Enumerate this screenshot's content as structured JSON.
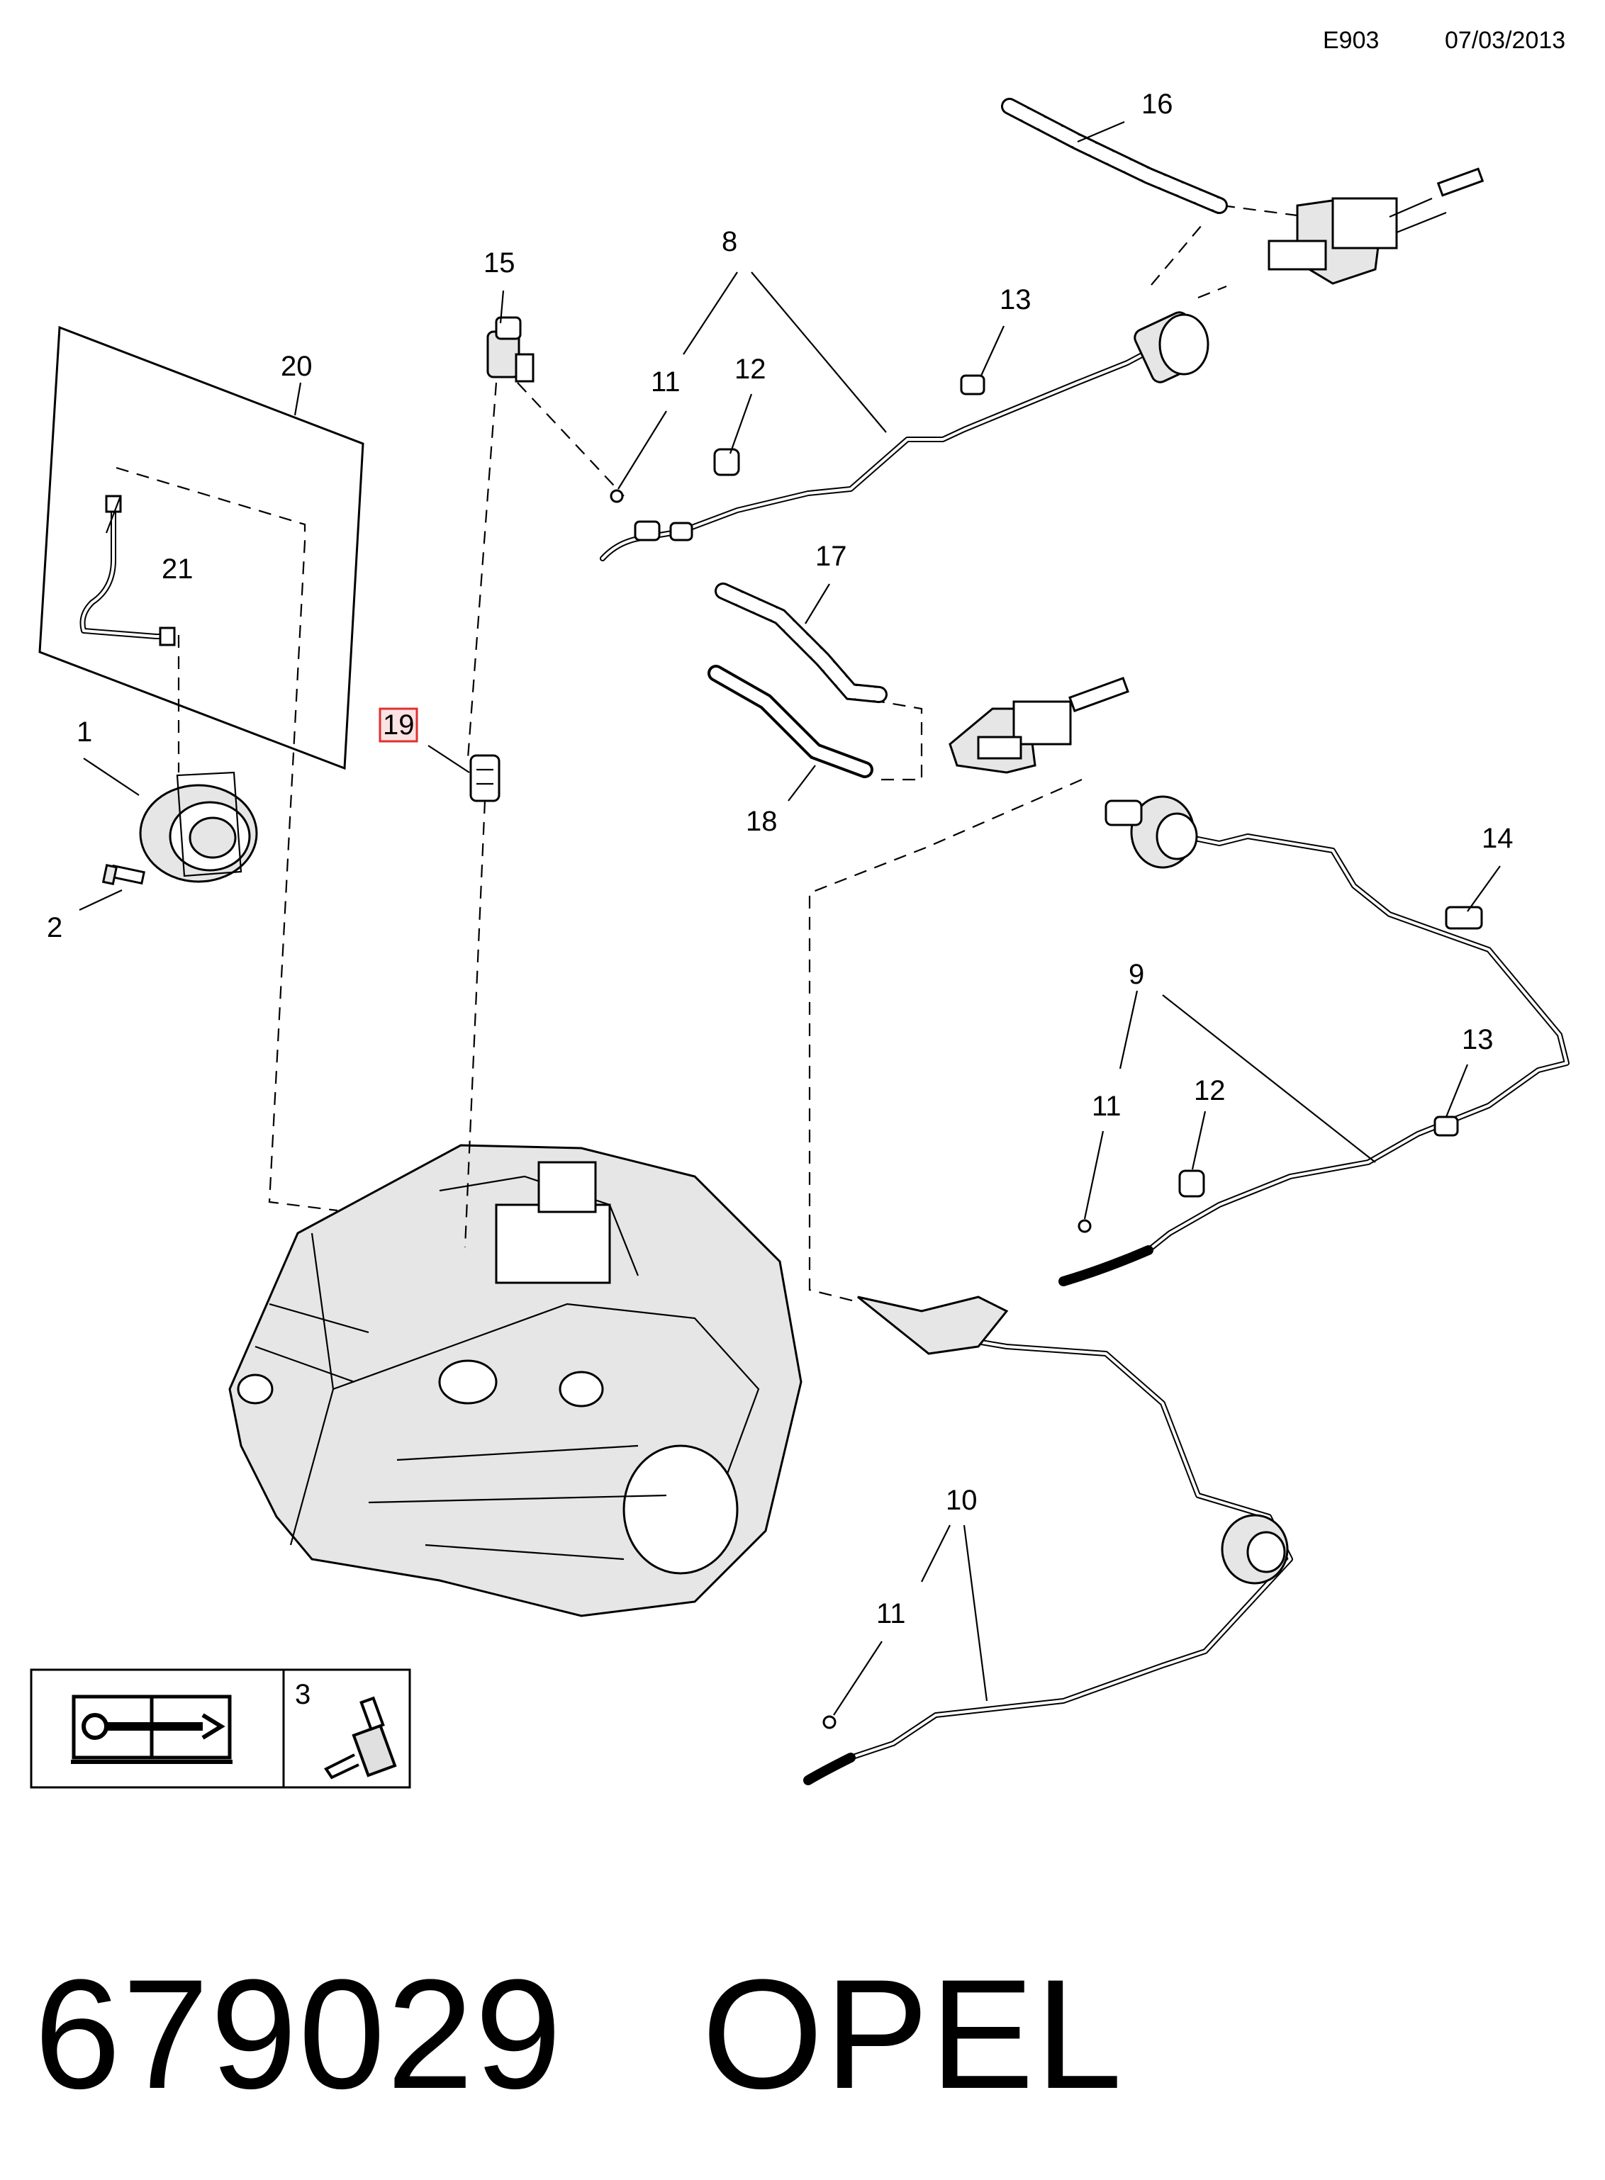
{
  "header": {
    "diagram_code": "E903",
    "date": "07/03/2013"
  },
  "callouts": {
    "c1": "1",
    "c2": "2",
    "c3": "3",
    "c8": "8",
    "c9": "9",
    "c10": "10",
    "c11a": "11",
    "c11b": "11",
    "c11c": "11",
    "c12a": "12",
    "c12b": "12",
    "c13a": "13",
    "c13b": "13",
    "c14": "14",
    "c15": "15",
    "c16": "16",
    "c17": "17",
    "c18": "18",
    "c19": "19",
    "c20": "20",
    "c21": "21"
  },
  "highlighted_callout": "19",
  "legend": {
    "item_number": "3",
    "icons": [
      "manual-wrench-icon",
      "adhesive-bottle-icon"
    ]
  },
  "footer": {
    "part_code": "679029",
    "brand": "OPEL"
  },
  "colors": {
    "line": "#000000",
    "highlight_box": "#e03030",
    "highlight_fill": "#fbe3e3",
    "background": "#ffffff"
  }
}
